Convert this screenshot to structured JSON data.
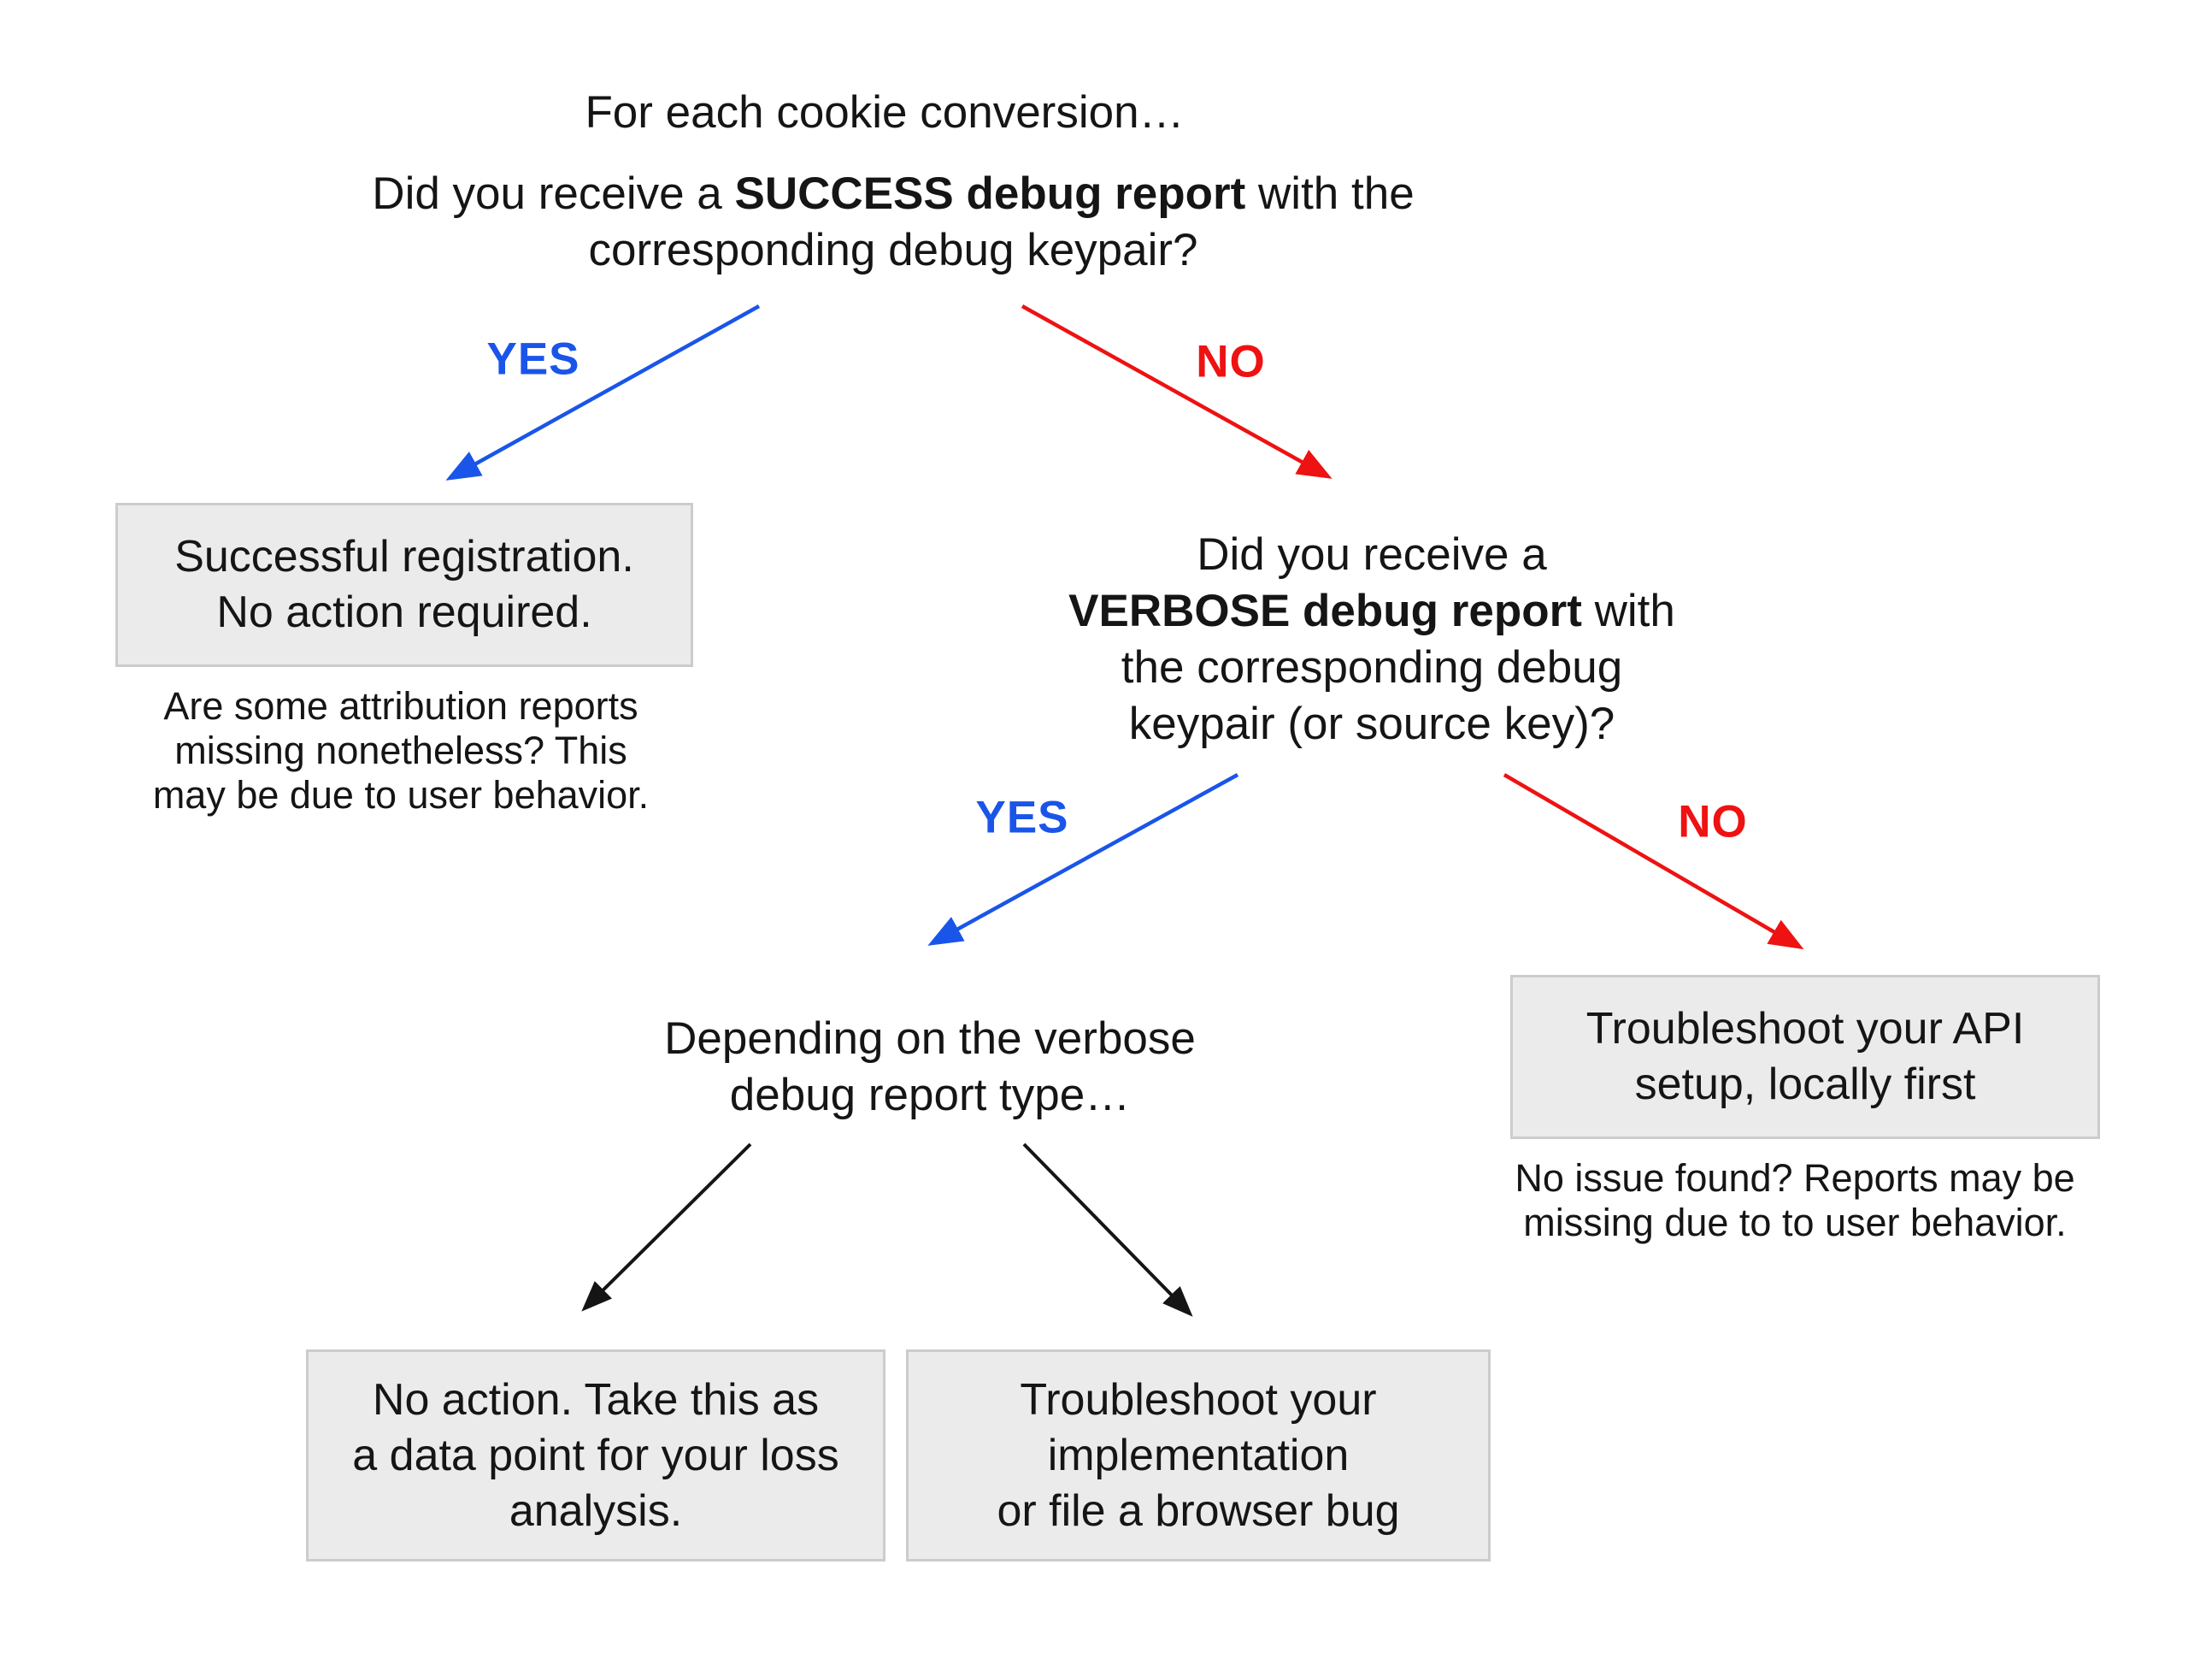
{
  "colors": {
    "yes_blue": "#1a55ea",
    "no_red": "#ee1212",
    "arrow_black": "#151515",
    "box_background": "#ebebeb",
    "box_border": "#cccccc",
    "text": "#151515",
    "page_background": "#ffffff"
  },
  "flow": {
    "intro": "For each cookie conversion…",
    "q_success": {
      "l1_pre": "Did you receive a ",
      "l1_bold": "SUCCESS debug report",
      "l1_post": " with the",
      "l2": "corresponding debug keypair?"
    },
    "yes1": "YES",
    "no1": "NO",
    "box_success": {
      "l1": "Successful registration.",
      "l2": "No action required."
    },
    "note_success": {
      "l1": "Are some attribution reports",
      "l2": "missing nonetheless? This",
      "l3": "may be due to user behavior."
    },
    "q_verbose": {
      "l1": "Did you receive a",
      "l2_bold": "VERBOSE debug report",
      "l2_post": " with",
      "l3": "the corresponding debug",
      "l4": "keypair (or source key)?"
    },
    "yes2": "YES",
    "no2": "NO",
    "heading_verbose": {
      "l1": "Depending on the verbose",
      "l2": "debug report type…"
    },
    "box_api": {
      "l1": "Troubleshoot your API",
      "l2": "setup, locally first"
    },
    "note_api": {
      "l1": "No issue found? Reports may be",
      "l2": "missing due to to user behavior."
    },
    "box_loss": {
      "l1": "No action. Take this as",
      "l2": "a data point for your loss",
      "l3": "analysis."
    },
    "box_impl": {
      "l1": "Troubleshoot your",
      "l2": "implementation",
      "l3": "or file a browser bug"
    }
  }
}
